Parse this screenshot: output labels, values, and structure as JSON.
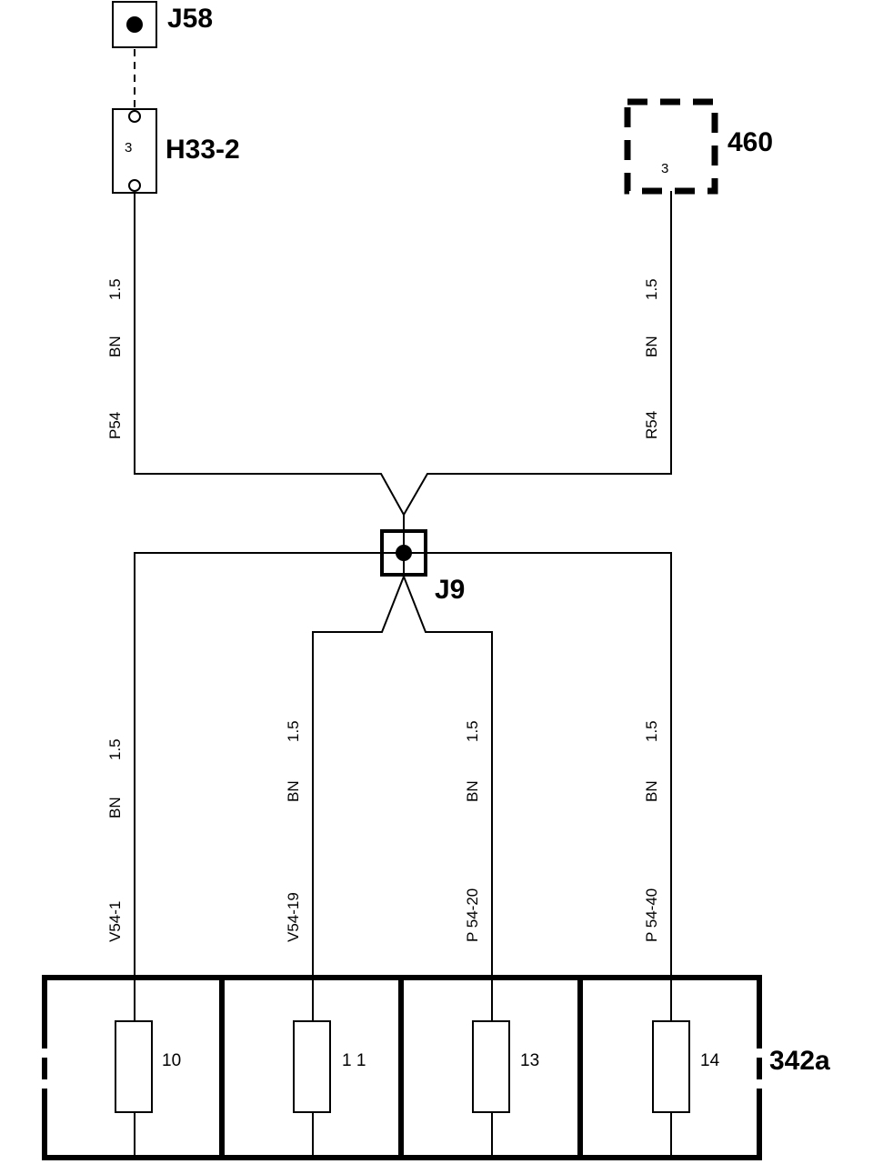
{
  "components": {
    "j58": {
      "label": "J58"
    },
    "h33_2": {
      "label": "H33-2",
      "pin": "3"
    },
    "c460": {
      "label": "460",
      "pin": "3"
    },
    "j9": {
      "label": "J9"
    },
    "fusebox": {
      "label": "342a"
    }
  },
  "wires": {
    "p54": {
      "size": "1.5",
      "color": "BN",
      "id": "P54"
    },
    "r54": {
      "size": "1.5",
      "color": "BN",
      "id": "R54"
    },
    "v54_1": {
      "size": "1.5",
      "color": "BN",
      "id": "V54-1"
    },
    "v54_19": {
      "size": "1.5",
      "color": "BN",
      "id": "V54-19"
    },
    "p54_20": {
      "size": "1.5",
      "color": "BN",
      "id": "P 54-20"
    },
    "p54_40": {
      "size": "1.5",
      "color": "BN",
      "id": "P 54-40"
    }
  },
  "fuses": [
    {
      "number": "10"
    },
    {
      "number": "1 1"
    },
    {
      "number": "13"
    },
    {
      "number": "14"
    }
  ]
}
